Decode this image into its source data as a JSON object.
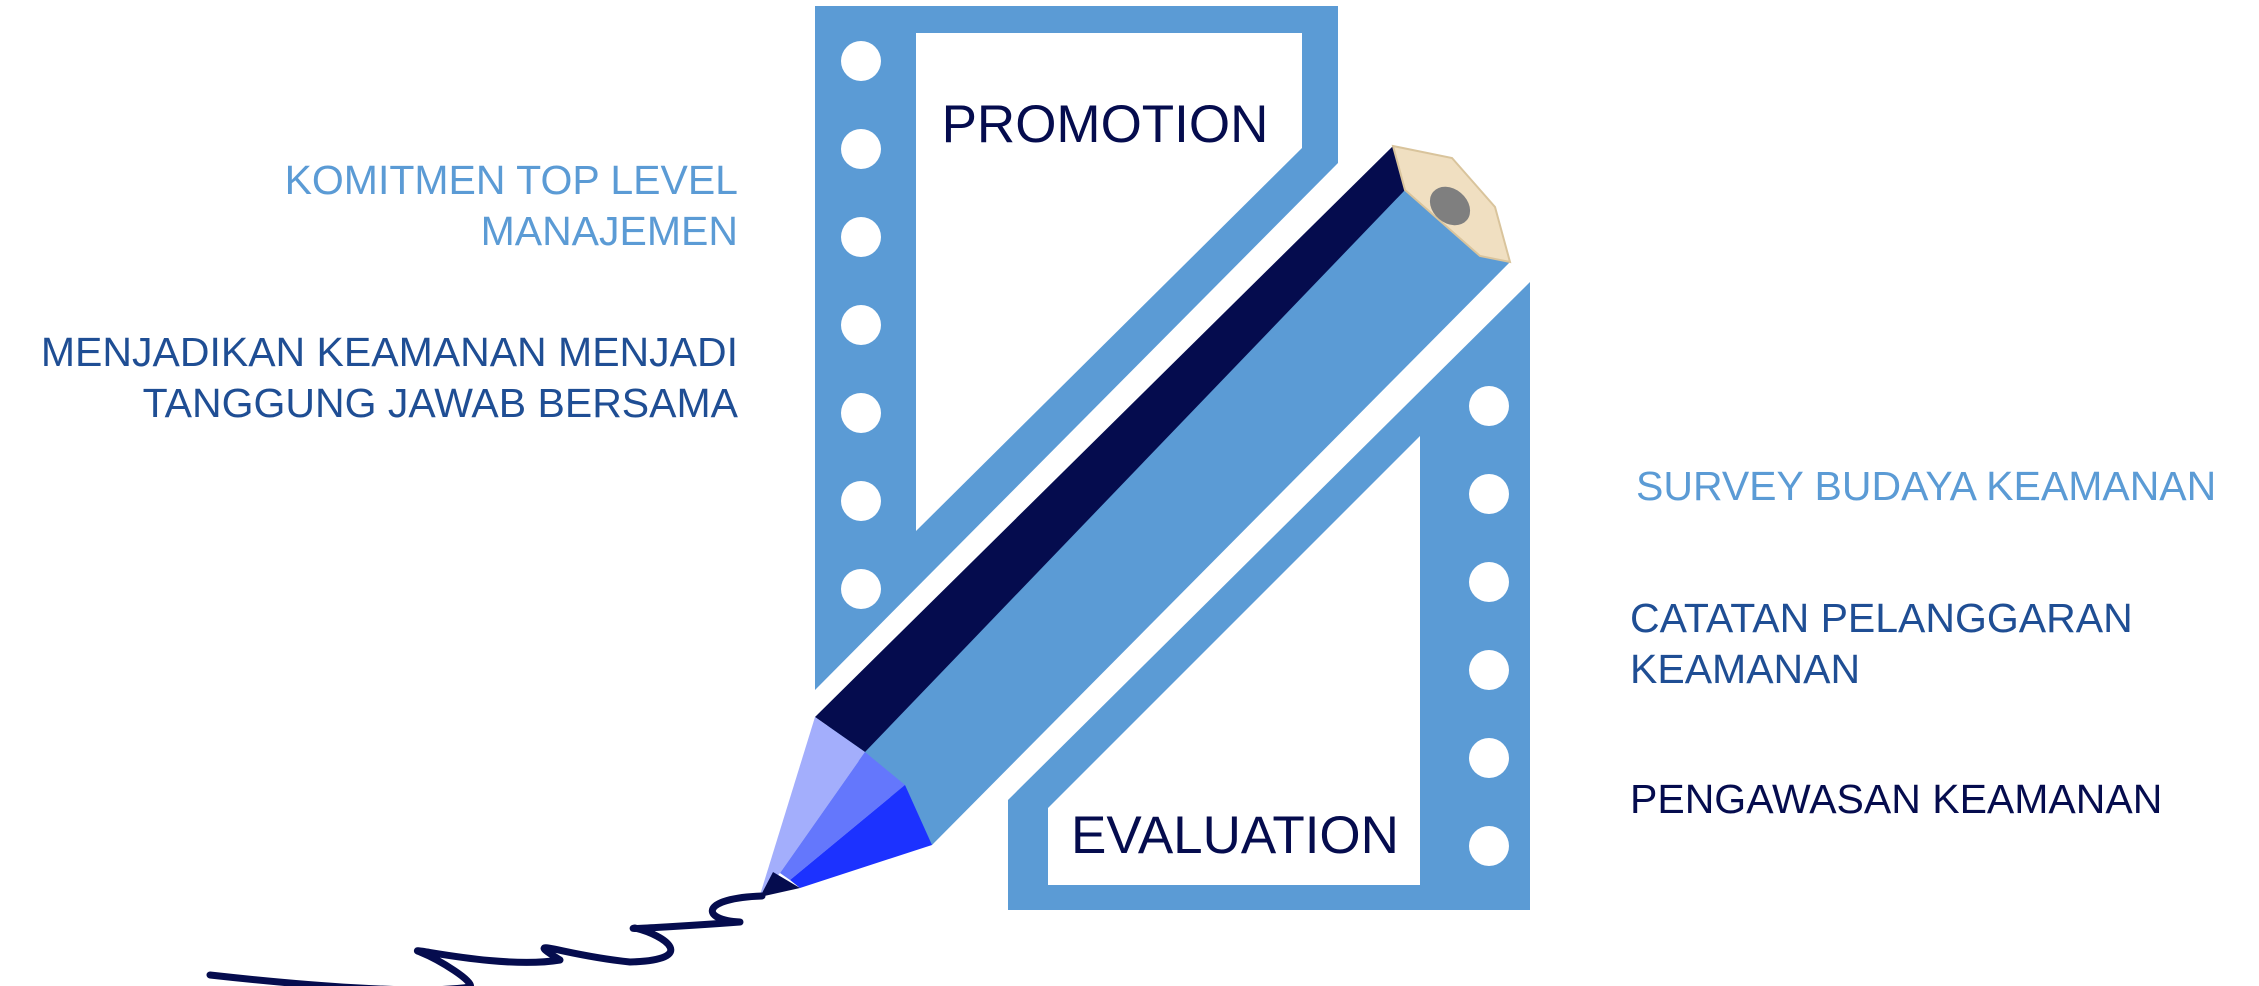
{
  "colors": {
    "light_blue": "#5b9bd5",
    "navy": "#050c4e",
    "dark_blue_text": "#1f4e94",
    "wood": "#f0dfc1",
    "lead": "#7f7f7f",
    "tip_light": "#a3aefc",
    "tip_mid": "#6477fc",
    "tip_dark": "#1c32ff"
  },
  "icons": [
    "film-strip-icon",
    "pencil-icon",
    "scribble-line-icon"
  ],
  "promotion": {
    "title": "PROMOTION",
    "items": [
      {
        "lines": [
          "KOMITMEN TOP LEVEL",
          "MANAJEMEN"
        ]
      },
      {
        "lines": [
          "MENJADIKAN KEAMANAN MENJADI",
          "TANGGUNG JAWAB BERSAMA"
        ]
      }
    ]
  },
  "evaluation": {
    "title": "EVALUATION",
    "items": [
      {
        "lines": [
          "SURVEY BUDAYA KEAMANAN"
        ]
      },
      {
        "lines": [
          "CATATAN PELANGGARAN",
          "KEAMANAN"
        ]
      },
      {
        "lines": [
          "PENGAWASAN KEAMANAN"
        ]
      }
    ]
  }
}
